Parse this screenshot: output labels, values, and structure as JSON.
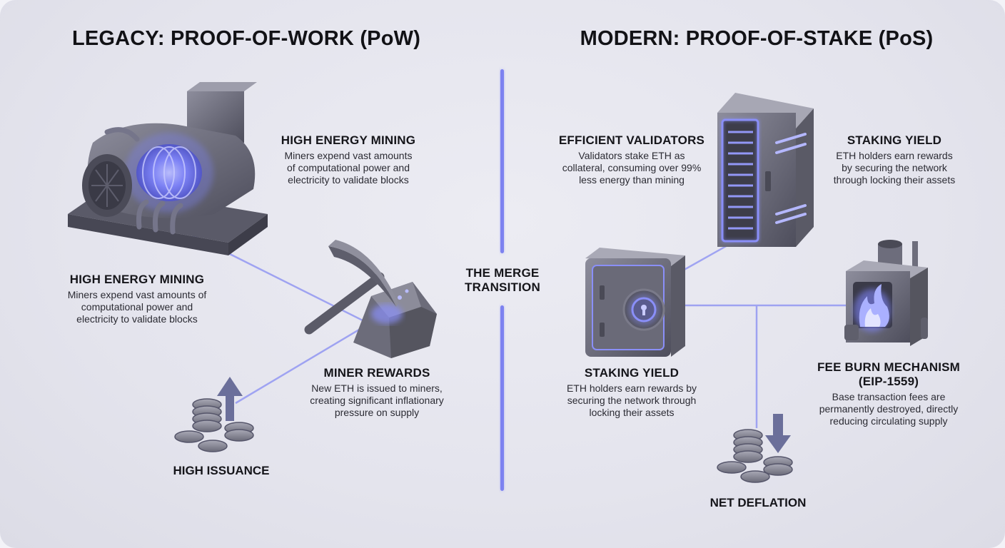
{
  "left": {
    "title": "LEGACY: PROOF-OF-WORK (PoW)",
    "mining_top": {
      "heading": "HIGH ENERGY MINING",
      "lines": [
        "Miners expend vast amounts",
        "of computational power and",
        "electricity to validate blocks"
      ]
    },
    "mining_side": {
      "heading": "HIGH ENERGY MINING",
      "lines": [
        "Miners expend vast amounts of",
        "computational power and",
        "electricity to validate blocks"
      ]
    },
    "rewards": {
      "heading": "MINER REWARDS",
      "lines": [
        "New ETH is issued to miners,",
        "creating significant inflationary",
        "pressure on supply"
      ]
    },
    "issuance_label": "HIGH ISSUANCE"
  },
  "center": {
    "lines": [
      "THE MERGE",
      "TRANSITION"
    ]
  },
  "right": {
    "title": "MODERN: PROOF-OF-STAKE (PoS)",
    "validators": {
      "heading": "EFFICIENT VALIDATORS",
      "lines": [
        "Validators stake ETH as",
        "collateral, consuming over 99%",
        "less energy than mining"
      ]
    },
    "yield_top": {
      "heading": "STAKING YIELD",
      "lines": [
        "ETH holders earn rewards",
        "by securing the network",
        "through locking their assets"
      ]
    },
    "yield_bottom": {
      "heading": "STAKING YIELD",
      "lines": [
        "ETH holders earn rewards by",
        "securing the network through",
        "locking their assets"
      ]
    },
    "burn": {
      "heading_lines": [
        "FEE BURN MECHANISM",
        "(EIP-1559)"
      ],
      "lines": [
        "Base transaction fees are",
        "permanently destroyed, directly",
        "reducing circulating supply"
      ]
    },
    "deflation_label": "NET DEFLATION"
  },
  "colors": {
    "accent": "#6f74f0",
    "glow": "#8a8ff8",
    "metal": "#6e6e80"
  }
}
